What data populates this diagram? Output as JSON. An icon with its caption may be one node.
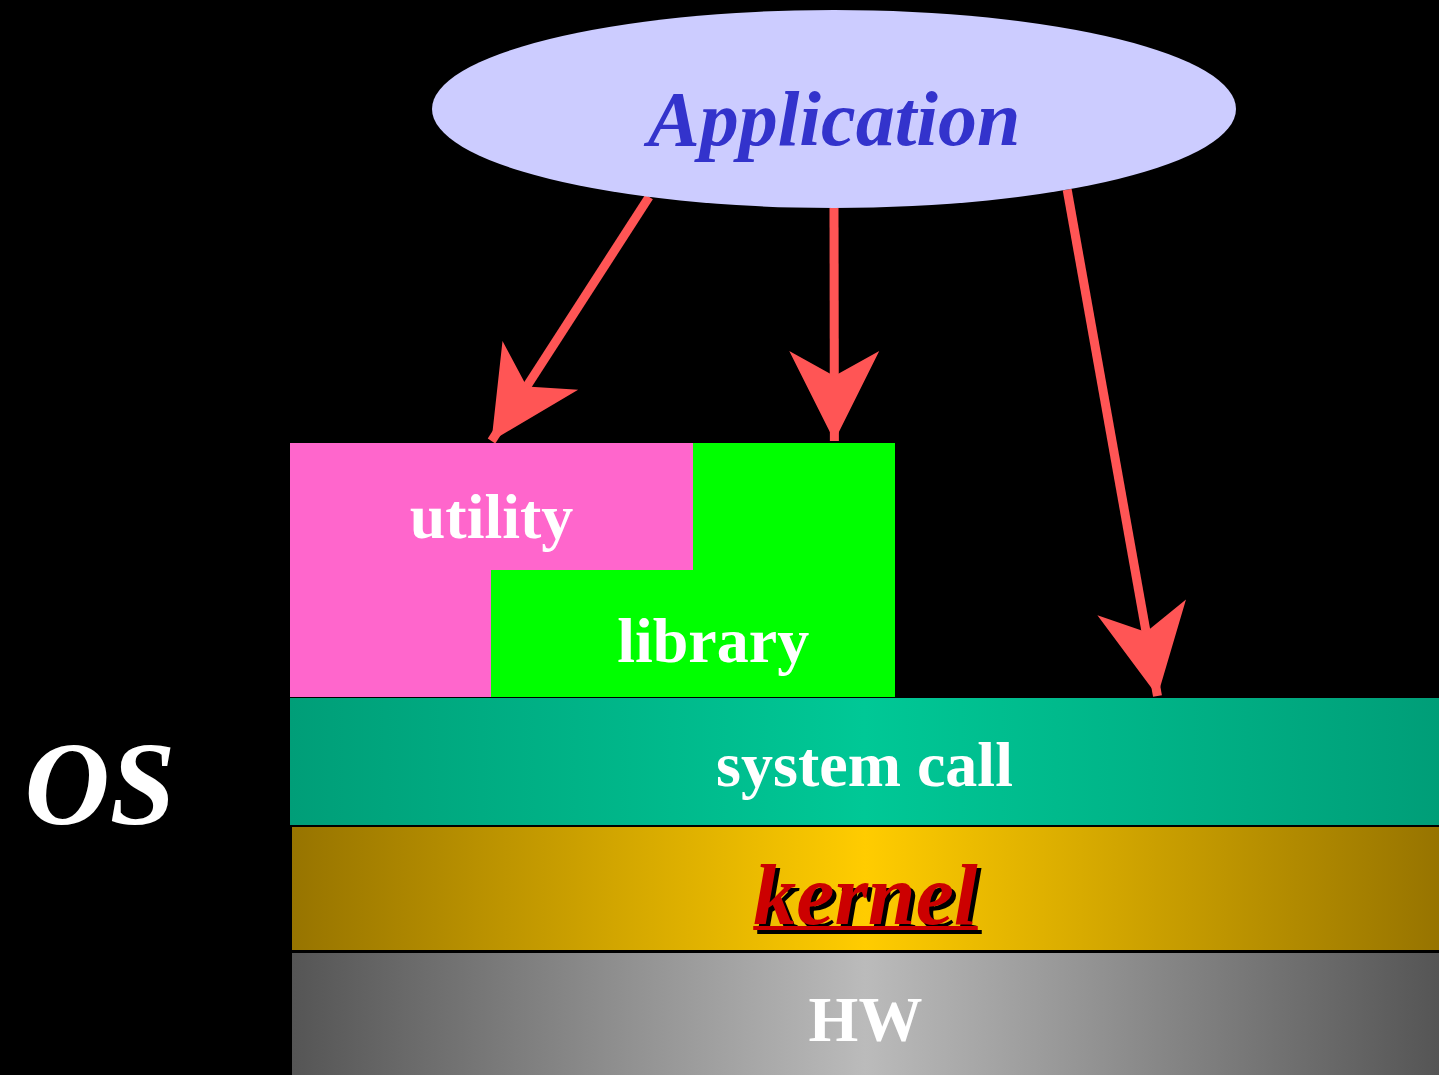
{
  "diagram": {
    "nodes": [
      {
        "text": [
          "Application"
        ]
      },
      {
        "text": [
          "utility"
        ]
      },
      {
        "text": [
          "library"
        ]
      },
      {
        "text": [
          "system call"
        ]
      },
      {
        "text": [
          "kernel"
        ]
      },
      {
        "text": [
          "HW"
        ]
      }
    ],
    "edges": [
      {
        "from": 0,
        "to": 1,
        "arrow": "to"
      },
      {
        "from": 0,
        "to": 2,
        "arrow": "to"
      },
      {
        "from": 0,
        "to": 3,
        "arrow": "to"
      }
    ],
    "labels": [
      "OS"
    ]
  }
}
